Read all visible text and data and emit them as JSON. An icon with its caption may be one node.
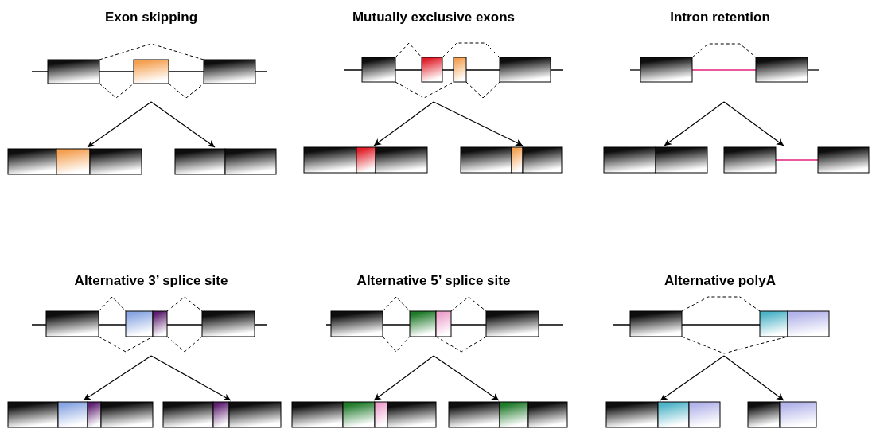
{
  "diagram": {
    "nodes": [
      {
        "text": [],
        "shape": "bar"
      },
      {
        "text": [],
        "shape": "bar"
      },
      {
        "text": [],
        "shape": "bar"
      },
      {
        "text": [],
        "shape": "bar"
      },
      {
        "text": [],
        "shape": "bar"
      },
      {
        "text": [],
        "shape": "bar"
      },
      {
        "text": [],
        "shape": "bar"
      },
      {
        "text": [],
        "shape": "bar"
      },
      {
        "text": [],
        "shape": "bar"
      },
      {
        "text": [],
        "shape": "bar"
      },
      {
        "text": [],
        "shape": "bar"
      },
      {
        "text": [],
        "shape": "bar"
      },
      {
        "text": [],
        "shape": "bar"
      },
      {
        "text": [],
        "shape": "bar"
      },
      {
        "text": [],
        "shape": "bar"
      },
      {
        "text": [],
        "shape": "bar"
      },
      {
        "text": [],
        "shape": "bar"
      },
      {
        "text": [],
        "shape": "bar"
      }
    ],
    "edges": [
      {
        "from": 0,
        "to": 3,
        "arrow": "to"
      },
      {
        "from": 0,
        "to": 4,
        "arrow": "to"
      },
      {
        "from": 1,
        "to": 5,
        "arrow": "to"
      },
      {
        "from": 1,
        "to": 6,
        "arrow": "to"
      },
      {
        "from": 2,
        "to": 7,
        "arrow": "to"
      },
      {
        "from": 2,
        "to": 8,
        "arrow": "to"
      },
      {
        "from": 9,
        "to": 12,
        "arrow": "to"
      },
      {
        "from": 9,
        "to": 13,
        "arrow": "to"
      },
      {
        "from": 10,
        "to": 14,
        "arrow": "to"
      },
      {
        "from": 10,
        "to": 15,
        "arrow": "to"
      },
      {
        "from": 11,
        "to": 16,
        "arrow": "to"
      },
      {
        "from": 11,
        "to": 17,
        "arrow": "to"
      }
    ],
    "labels": [
      "Exon skipping",
      "Mutually exclusive exons",
      "Intron retention",
      "Alternative 3’ splice site",
      "Alternative 5’ splice site",
      "Alternative polyA"
    ]
  }
}
